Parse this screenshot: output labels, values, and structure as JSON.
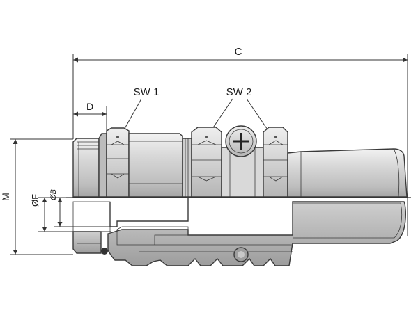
{
  "diagram": {
    "labels": {
      "c": "C",
      "d": "D",
      "sw1": "SW 1",
      "sw2": "SW 2",
      "m": "M",
      "of": "ØF",
      "ob": "ØB"
    },
    "colors": {
      "body_fill": "#d4d4d4",
      "body_light": "#e6e6e6",
      "body_dark": "#9a9a9a",
      "outline": "#3a3a3a",
      "dimension": "#333333"
    }
  }
}
